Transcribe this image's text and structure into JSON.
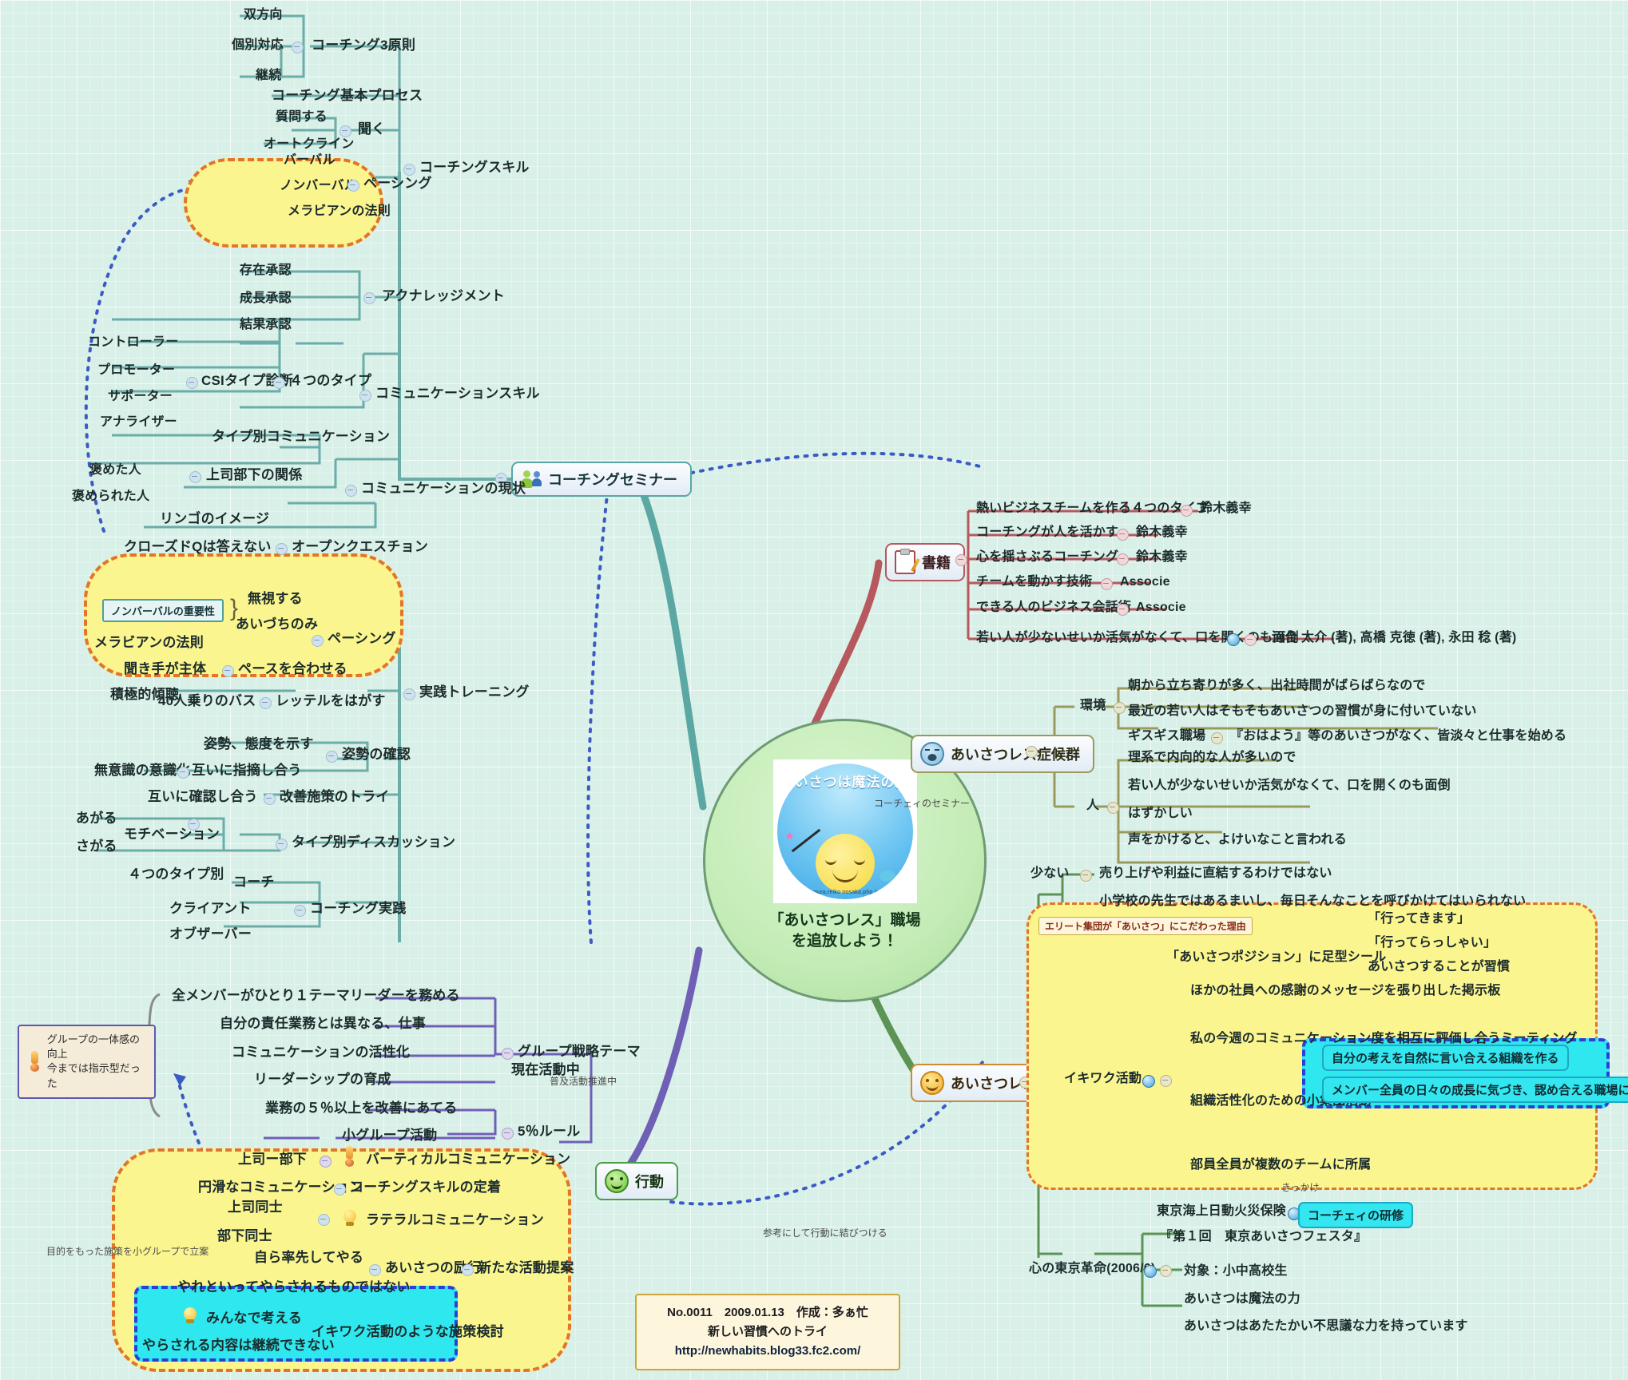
{
  "center": {
    "logo_title": "あいさつは魔法の力",
    "logo_credit": "©shinichi  omura,reiko  nosaka,php  institute,inc.",
    "text_line1": "「あいさつレス」職場",
    "text_line2": "を追放しよう！"
  },
  "footer": {
    "line1": "No.0011　2009.01.13　作成：多ぁ忙",
    "line2": "新しい習慣へのトライ",
    "line3": "http://newhabits.blog33.fc2.com/"
  },
  "branches": {
    "coaching_seminar": "コーチングセミナー",
    "books": "書籍",
    "syndrome": "あいさつレス症候群",
    "countermeasures": "あいさつレス対策",
    "action": "行動"
  },
  "link_labels": {
    "coach_a_seminar": "コーチェィのセミナー",
    "spread_promotion": "普及活動推進中",
    "currently_active": "現在活動中",
    "reference_action": "参考にして行動に結びつける",
    "small_group_plan": "目的をもった施策を小グループで立案",
    "trigger": "きっかけ"
  },
  "coaching": {
    "skill": "コーチングスキル",
    "three_principles": "コーチング3原則",
    "three_principles_children": [
      "双方向",
      "個別対応",
      "継続"
    ],
    "basic_process": "コーチング基本プロセス",
    "listen": "聞く",
    "listen_children": [
      "質問する",
      "オートクライン"
    ],
    "pacing": "ペーシング",
    "pacing_children": [
      "バーバル",
      "ノンバーバル",
      "メラビアンの法則"
    ],
    "acknowledgement": "アクナレッジメント",
    "acknowledgement_children": [
      "存在承認",
      "成長承認",
      "結果承認"
    ]
  },
  "communication": {
    "skill": "コミュニケーションスキル",
    "four_types": "４つのタイプ",
    "csi": "CSIタイプ診断",
    "csi_children": [
      "コントローラー",
      "プロモーター",
      "サポーター",
      "アナライザー"
    ],
    "type_comm": "タイプ別コミュニケーション",
    "current_state": "コミュニケーションの現状",
    "boss_sub_relation": "上司部下の関係",
    "boss_sub_children": [
      "褒めた人",
      "褒められた人"
    ],
    "apple_image": "リンゴのイメージ",
    "open_question": "オープンクエスチョン",
    "closed_q": "クローズドQは答えない",
    "pacing2": "ペーシング",
    "nonverbal_importance": "ノンバーバルの重要性",
    "nonverbal_children": [
      "無視する",
      "あいづちのみ"
    ],
    "mehrabian": "メラビアンの法則",
    "match_pace": "ペースを合わせる",
    "match_pace_children": [
      "聞き手が主体",
      "積極的傾聴"
    ]
  },
  "practice": {
    "training": "実践トレーニング",
    "remove_label": "レッテルをはがす",
    "bus40": "40人乗りのバス",
    "posture_check": "姿勢の確認",
    "posture_children": [
      "姿勢、態度を示す",
      "互いに指摘し合う"
    ],
    "unconscious": "無意識の意識化",
    "improvement_try": "改善施策のトライ",
    "mutual_confirm": "互いに確認し合う",
    "type_discussion": "タイプ別ディスカッション",
    "motivation": "モチベーション",
    "motivation_children": [
      "あがる",
      "さがる"
    ],
    "four_types_by": "４つのタイプ別",
    "coaching_practice": "コーチング実践",
    "practice_children": [
      "コーチ",
      "クライアント",
      "オブザーバー"
    ]
  },
  "group_strategy": {
    "theme": "グループ戦略テーマ",
    "items": [
      "全メンバーがひとり１テーマリーダーを務める",
      "自分の責任業務とは異なる、仕事",
      "コミュニケーションの活性化",
      "リーダーシップの育成"
    ],
    "rule5": "5％ルール",
    "rule5_items": [
      "業務の５％以上を改善にあてる",
      "小グループ活動"
    ],
    "vertical_comm": "バーティカルコミュニケーション",
    "vertical_child": "上司ー部下",
    "callout_line1": "グループの一体感の向上",
    "callout_line2": "今までは指示型だった"
  },
  "action_branch": {
    "coaching_skill_settle": "コーチングスキルの定着",
    "smooth_comm": "円滑なコミュニケーション",
    "lateral_comm": "ラテラルコミュニケーション",
    "lateral_children": [
      "上司同士",
      "部下同士"
    ],
    "greeting_encourage": "あいさつの励行",
    "greeting_children": [
      "自ら率先してやる",
      "やれといってやらされるものではない"
    ],
    "new_proposal": "新たな活動提案",
    "ikiwaku_review": "イキワク活動のような施策検討",
    "review_children": [
      "みんなで考える",
      "やらされる内容は継続できない"
    ]
  },
  "books": {
    "items": [
      {
        "title": "熱いビジネスチームを作る４つのタイプ",
        "author": "鈴木義幸"
      },
      {
        "title": "コーチングが人を活かす",
        "author": "鈴木義幸"
      },
      {
        "title": "心を揺さぶるコーチング",
        "author": "鈴木義幸"
      },
      {
        "title": "チームを動かす技術",
        "author": "Associe"
      },
      {
        "title": "できる人のビジネス会話術",
        "author": "Associe"
      },
      {
        "title": "若い人が少ないせいか活気がなくて、口を開くのも面倒",
        "author": "河合 太介 (著), 高橋 克徳 (著), 永田 稔 (著)"
      }
    ]
  },
  "syndrome": {
    "env_label": "環境",
    "env_items": [
      "朝から立ち寄りが多く、出社時間がばらばらなので",
      "最近の若い人はそもそもあいさつの習慣が身に付いていない",
      "ギスギス職場"
    ],
    "gisugisu_detail": "『おはよう』等のあいさつがなく、皆淡々と仕事を始める",
    "people_label": "人",
    "people_items": [
      "理系で内向的な人が多いので",
      "若い人が少ないせいか活気がなくて、口を開くのも面倒",
      "はずかしい",
      "声をかけると、よけいなこと言われる"
    ]
  },
  "countermeasures": {
    "few_label": "少ない",
    "few_items": [
      "売り上げや利益に直結するわけではない",
      "小学校の先生ではあるまいし、毎日そんなことを呼びかけてはいられない"
    ],
    "elite_note": "エリート集団が「あいさつ」にこだわった理由",
    "ikiwaku": "イキワク活動",
    "position_seal": "「あいさつポジション」に足型シール",
    "position_children": [
      "「行ってきます」",
      "「行ってらっしゃい」",
      "あいさつすることが習慣"
    ],
    "board": "ほかの社員への感謝のメッセージを張り出した掲示板",
    "meeting": "私の今週のコミュニケーション度を相互に評価し合うミーティング",
    "small_group": "組織活性化のための小集団活動",
    "small_group_children": [
      "自分の考えを自然に言い合える組織を作る",
      "メンバー全員の日々の成長に気づき、認め合える職場にする"
    ],
    "multi_team": "部員全員が複数のチームに所属",
    "tokio_marine": "東京海上日動火災保険",
    "coach_a_training": "コーチェィの研修",
    "tokyo_revolution": "心の東京革命(2006/6)",
    "festa": "『第１回　東京あいさつフェスタ』",
    "festa_children": [
      "対象：小中高校生",
      "あいさつは魔法の力",
      "あいさつはあたたかい不思議な力を持っています"
    ]
  }
}
